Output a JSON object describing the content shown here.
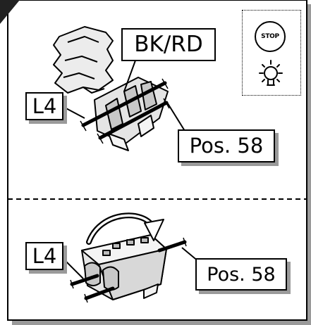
{
  "top_panel": {
    "labels": {
      "wire_color": "BK/RD",
      "lead": "L4",
      "position": "Pos. 58"
    },
    "stop_icon": {
      "text": "STOP",
      "icons": [
        "stop-sign-icon",
        "light-bulb-icon"
      ]
    }
  },
  "bottom_panel": {
    "labels": {
      "lead": "L4",
      "position": "Pos. 58"
    }
  },
  "colors": {
    "line": "#000000",
    "part_fill": "#ececec",
    "part_shade": "#c8c8c8",
    "label_shadow": "#9a9a9a"
  }
}
